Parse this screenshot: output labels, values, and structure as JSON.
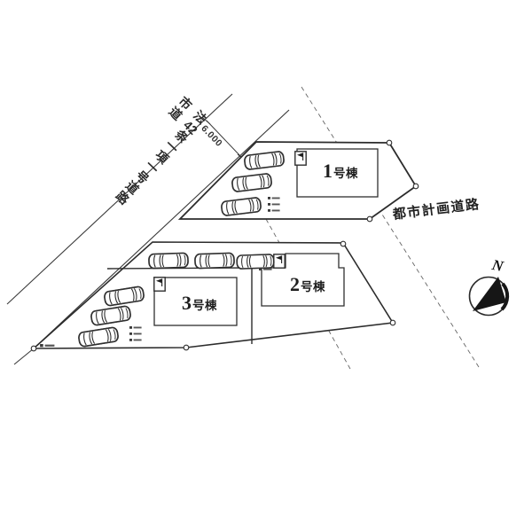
{
  "site_plan": {
    "road_label": {
      "primary": "市道",
      "law_prefix": "法",
      "law_number": "42",
      "law_suffix": "条一項一号道路"
    },
    "road_width_label": "6.000",
    "planned_road_label": "都市計画道路",
    "north_label": "N",
    "buildings": [
      {
        "number": "1",
        "suffix": "号棟"
      },
      {
        "number": "2",
        "suffix": "号棟"
      },
      {
        "number": "3",
        "suffix": "号棟"
      }
    ],
    "car_count": 9,
    "colors": {
      "ink": "#2f2f2f",
      "paper": "#ffffff"
    }
  }
}
